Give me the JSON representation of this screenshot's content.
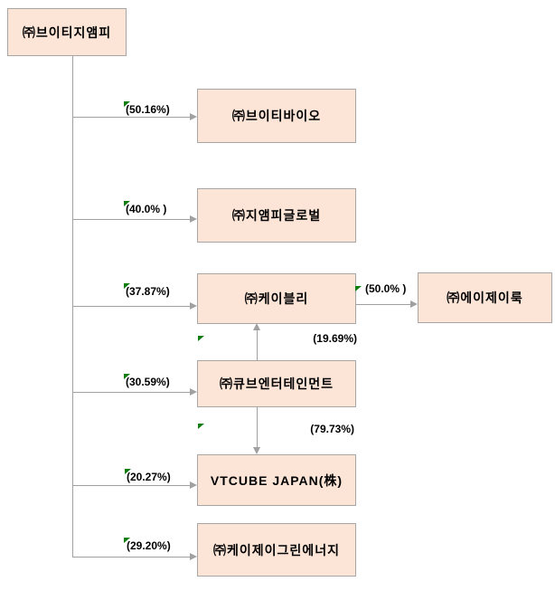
{
  "diagram": {
    "colors": {
      "background": "#ffffff",
      "box-fill": "#fce4d6",
      "box-border": "#a6a6a6",
      "line": "#a0a0a0",
      "marker": "#0e7d0e",
      "text": "#000000"
    },
    "parent": {
      "label": "㈜브이티지앰피"
    },
    "children": [
      {
        "label": "㈜브이티바이오",
        "pct": "(50.16%)"
      },
      {
        "label": "㈜지앰피글로벌",
        "pct": "(40.0% )"
      },
      {
        "label": "㈜케이블리",
        "pct": "(37.87%)"
      },
      {
        "label": "㈜큐브엔터테인먼트",
        "pct": "(30.59%)"
      },
      {
        "label": "VTCUBE JAPAN(株)",
        "pct": "(20.27%)"
      },
      {
        "label": "㈜케이제이그린에너지",
        "pct": "(29.20%)"
      }
    ],
    "affiliate": {
      "label": "㈜에이제이룩"
    },
    "cross_links": [
      {
        "from": "㈜케이블리",
        "to": "㈜에이제이룩",
        "pct": "(50.0% )",
        "direction": "right"
      },
      {
        "from": "㈜큐브엔터테인먼트",
        "to": "㈜케이블리",
        "pct": "(19.69%)",
        "direction": "up"
      },
      {
        "from": "㈜큐브엔터테인먼트",
        "to": "VTCUBE JAPAN(株)",
        "pct": "(79.73%)",
        "direction": "down"
      }
    ]
  }
}
